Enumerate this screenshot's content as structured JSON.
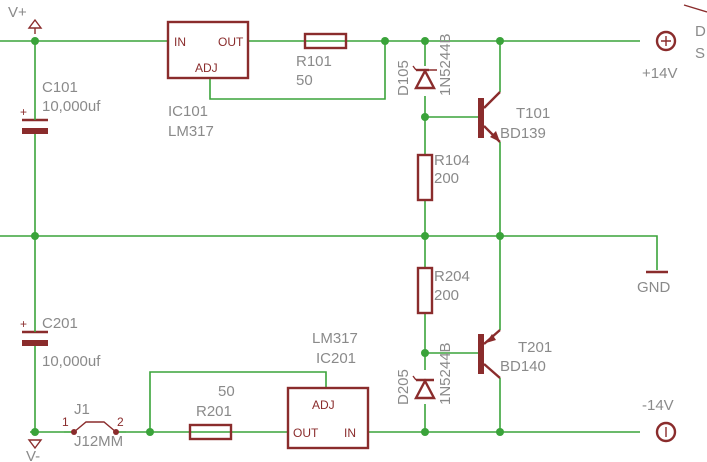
{
  "rails": {
    "v_plus": "V+",
    "v_minus": "V-",
    "gnd": "GND",
    "top_out_label": "+14V",
    "bottom_out_label": "-14V",
    "edge_label_top": "D",
    "edge_label_top2": "S"
  },
  "components": {
    "c101": {
      "name": "C101",
      "value": "10,000uf"
    },
    "c201": {
      "name": "C201",
      "value": "10,000uf"
    },
    "ic101": {
      "name": "IC101",
      "value": "LM317",
      "pin_in": "IN",
      "pin_out": "OUT",
      "pin_adj": "ADJ"
    },
    "ic201": {
      "name": "IC201",
      "value": "LM317",
      "pin_in": "IN",
      "pin_out": "OUT",
      "pin_adj": "ADJ"
    },
    "r101": {
      "name": "R101",
      "value": "50"
    },
    "r201": {
      "name": "R201",
      "value": "50"
    },
    "r104": {
      "name": "R104",
      "value": "200"
    },
    "r204": {
      "name": "R204",
      "value": "200"
    },
    "d105": {
      "name": "D105",
      "value": "1N5244B"
    },
    "d205": {
      "name": "D205",
      "value": "1N5244B"
    },
    "t101": {
      "name": "T101",
      "value": "BD139"
    },
    "t201": {
      "name": "T201",
      "value": "BD140"
    },
    "j1": {
      "name": "J1",
      "value": "J12MM",
      "pin1": "1",
      "pin2": "2"
    }
  },
  "colors": {
    "wire": "#3aa33a",
    "part": "#8a2c2c",
    "label": "#8a8a8a"
  }
}
